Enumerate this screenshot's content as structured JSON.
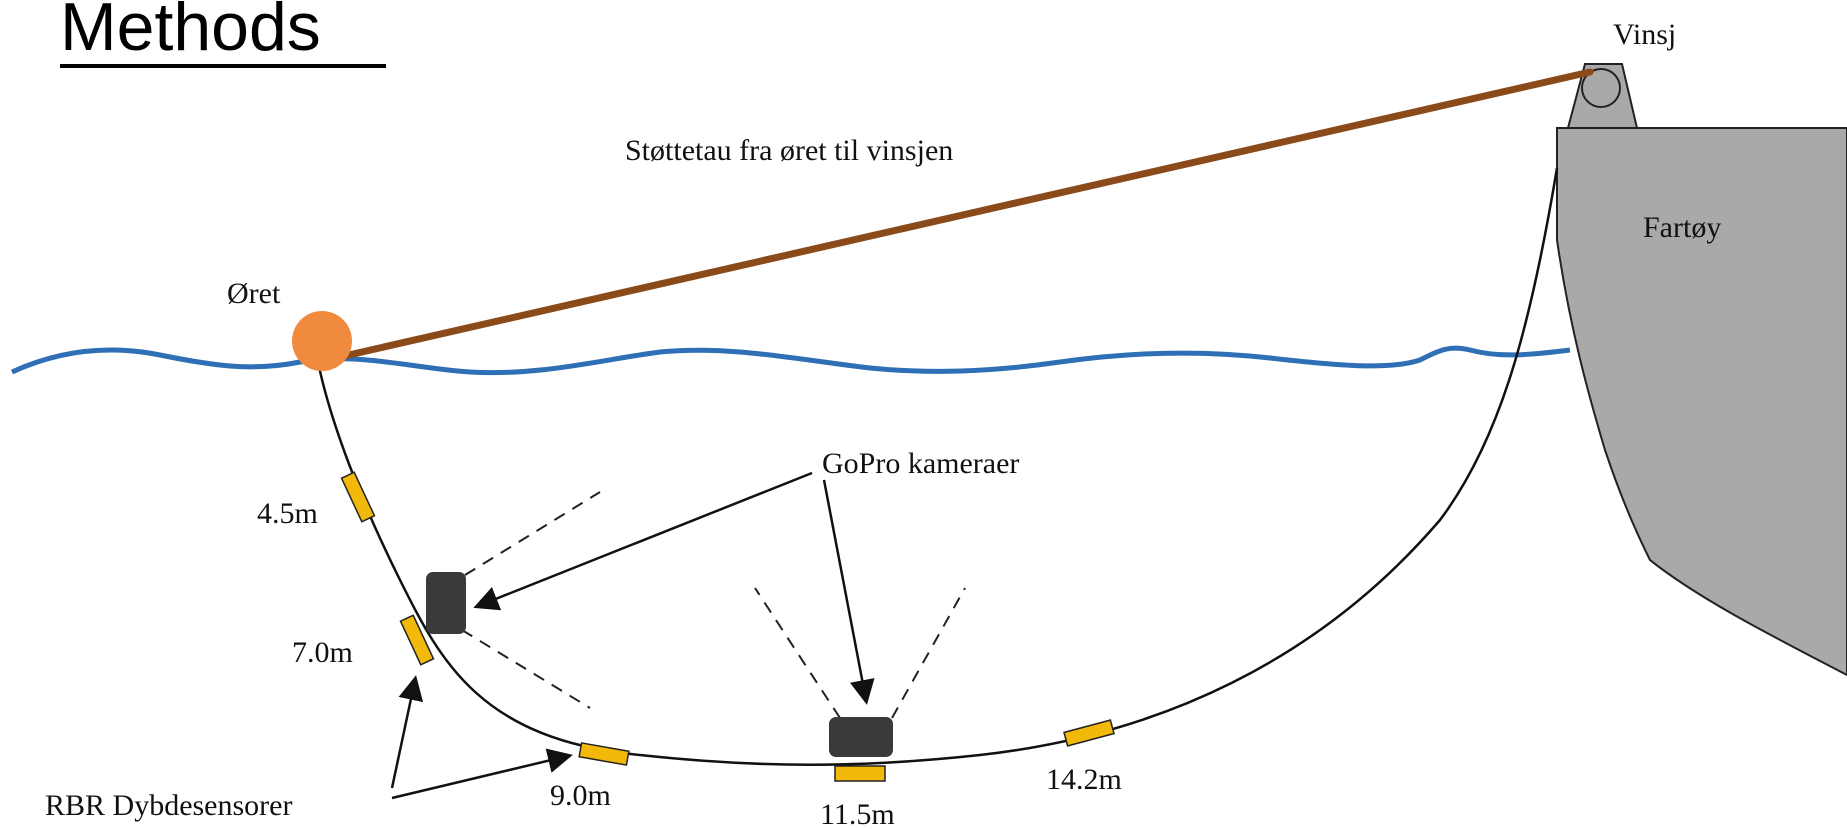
{
  "title": "Methods",
  "labels": {
    "winch": "Vinsj",
    "support_rope": "Støttetau fra øret til vinsjen",
    "vessel": "Fartøy",
    "buoy": "Øret",
    "cameras": "GoPro kameraer",
    "sensors": "RBR Dybdesensorer"
  },
  "depths": [
    "4.5m",
    "7.0m",
    "9.0m",
    "11.5m",
    "14.2m"
  ],
  "colors": {
    "water": "#2E6FB5",
    "rope": "#8B4A1A",
    "buoy": "#F08A3C",
    "sensor": "#F2B80A",
    "camera": "#3A3A3A",
    "vessel": "#A9A9A9"
  }
}
